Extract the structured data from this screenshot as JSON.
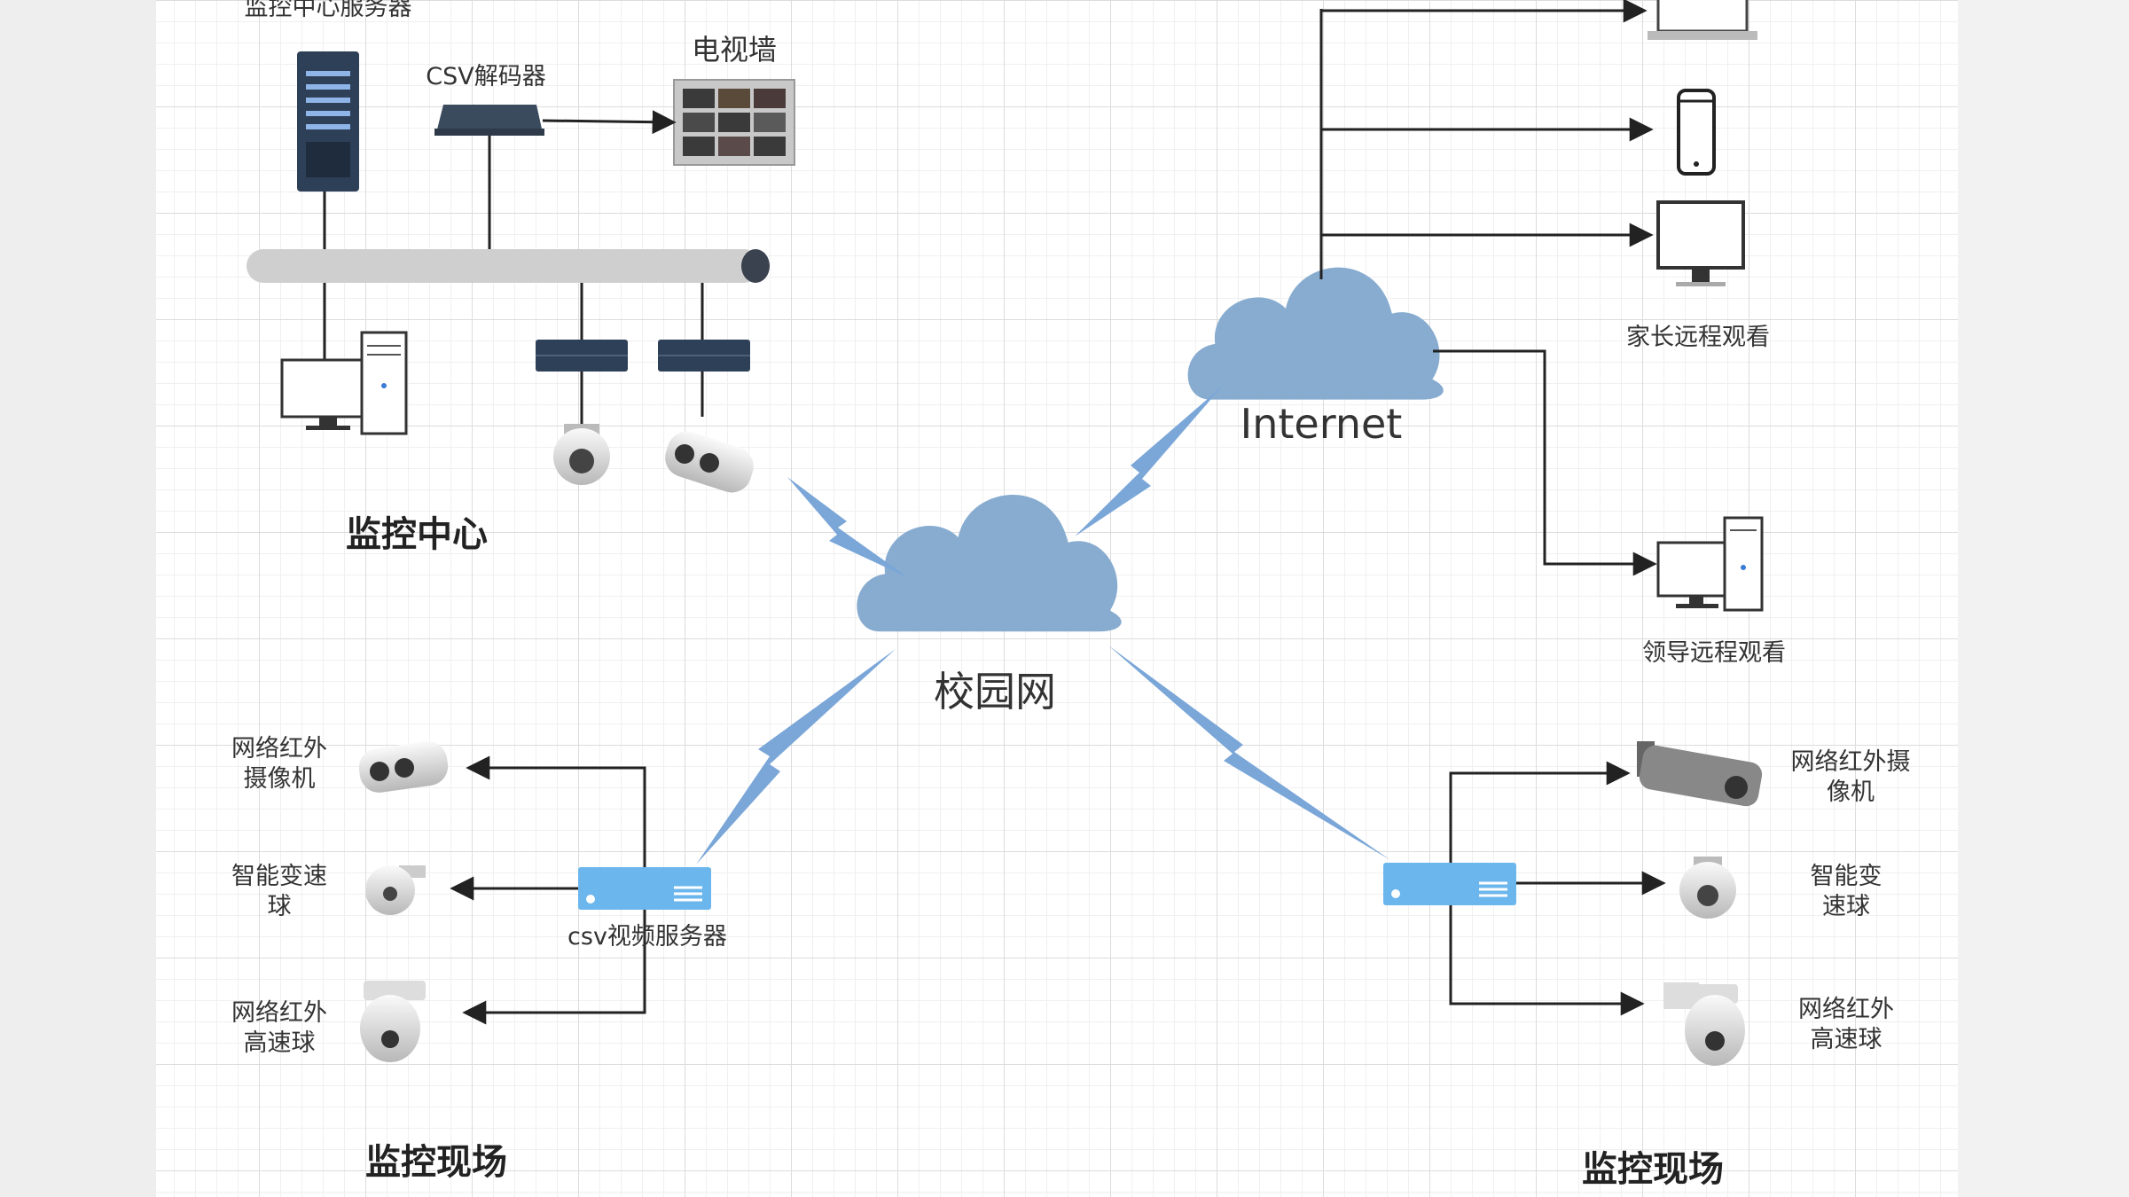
{
  "nodes": {
    "monitor_server": "监控中心服务器",
    "csv_decoder": "CSV解码器",
    "tv_wall": "电视墙",
    "monitor_center": "监控中心",
    "campus_net": "校园网",
    "internet": "Internet",
    "parent_view": "家长远程观看",
    "leader_view": "领导远程观看",
    "csv_video_server": "csv视频服务器",
    "left_site": "监控现场",
    "right_site": "监控现场",
    "left_cam1": "网络红外\n摄像机",
    "left_cam2": "智能变速\n球",
    "left_cam3": "网络红外\n高速球",
    "right_cam1": "网络红外摄\n像机",
    "right_cam2": "智能变\n速球",
    "right_cam3": "网络红外\n高速球"
  },
  "colors": {
    "cloud": "#87acd0",
    "server_blue": "#6bb6ec",
    "dark_device": "#2e4057",
    "line": "#222222"
  }
}
